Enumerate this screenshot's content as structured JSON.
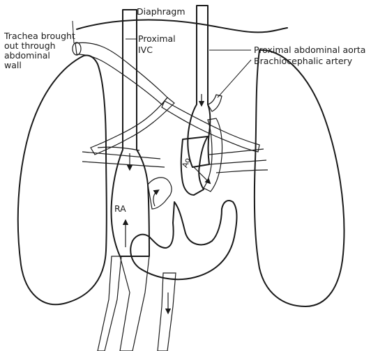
{
  "labels": {
    "diaphragm": "Diaphragm",
    "trachea_line1": "Trachea brought",
    "trachea_line2": "out through",
    "trachea_line3": "abdominal",
    "trachea_line4": "wall",
    "proximal": "Proximal",
    "ivc": "IVC",
    "aorta": "Proximal abdominal aorta",
    "brachiocephalic": "Brachiocephalic artery",
    "ra": "RA",
    "ao": "Ao"
  },
  "colors": {
    "ink": "#1a1a1a",
    "lung_stipple": "#555555",
    "dark_chamber": "#2a2a2a",
    "background": "#ffffff"
  }
}
